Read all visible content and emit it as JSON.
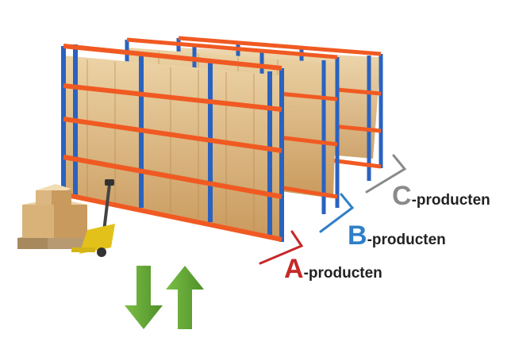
{
  "labels": {
    "a": {
      "letter": "A",
      "suffix": "-producten",
      "color": "#c62828"
    },
    "b": {
      "letter": "B",
      "suffix": "-producten",
      "color": "#2f7fc8"
    },
    "c": {
      "letter": "C",
      "suffix": "-producten",
      "color": "#8a8a8a"
    }
  },
  "colors": {
    "upright": "#2a62c0",
    "beam": "#f05a22",
    "box": "#d9b27a",
    "pallet": "#b89a72",
    "arrow": "#6aab3a",
    "jack": "#e2c21a"
  },
  "icons": [
    "warehouse-rack-illustration",
    "pallet-jack-icon",
    "arrow-down-icon",
    "arrow-up-icon"
  ]
}
